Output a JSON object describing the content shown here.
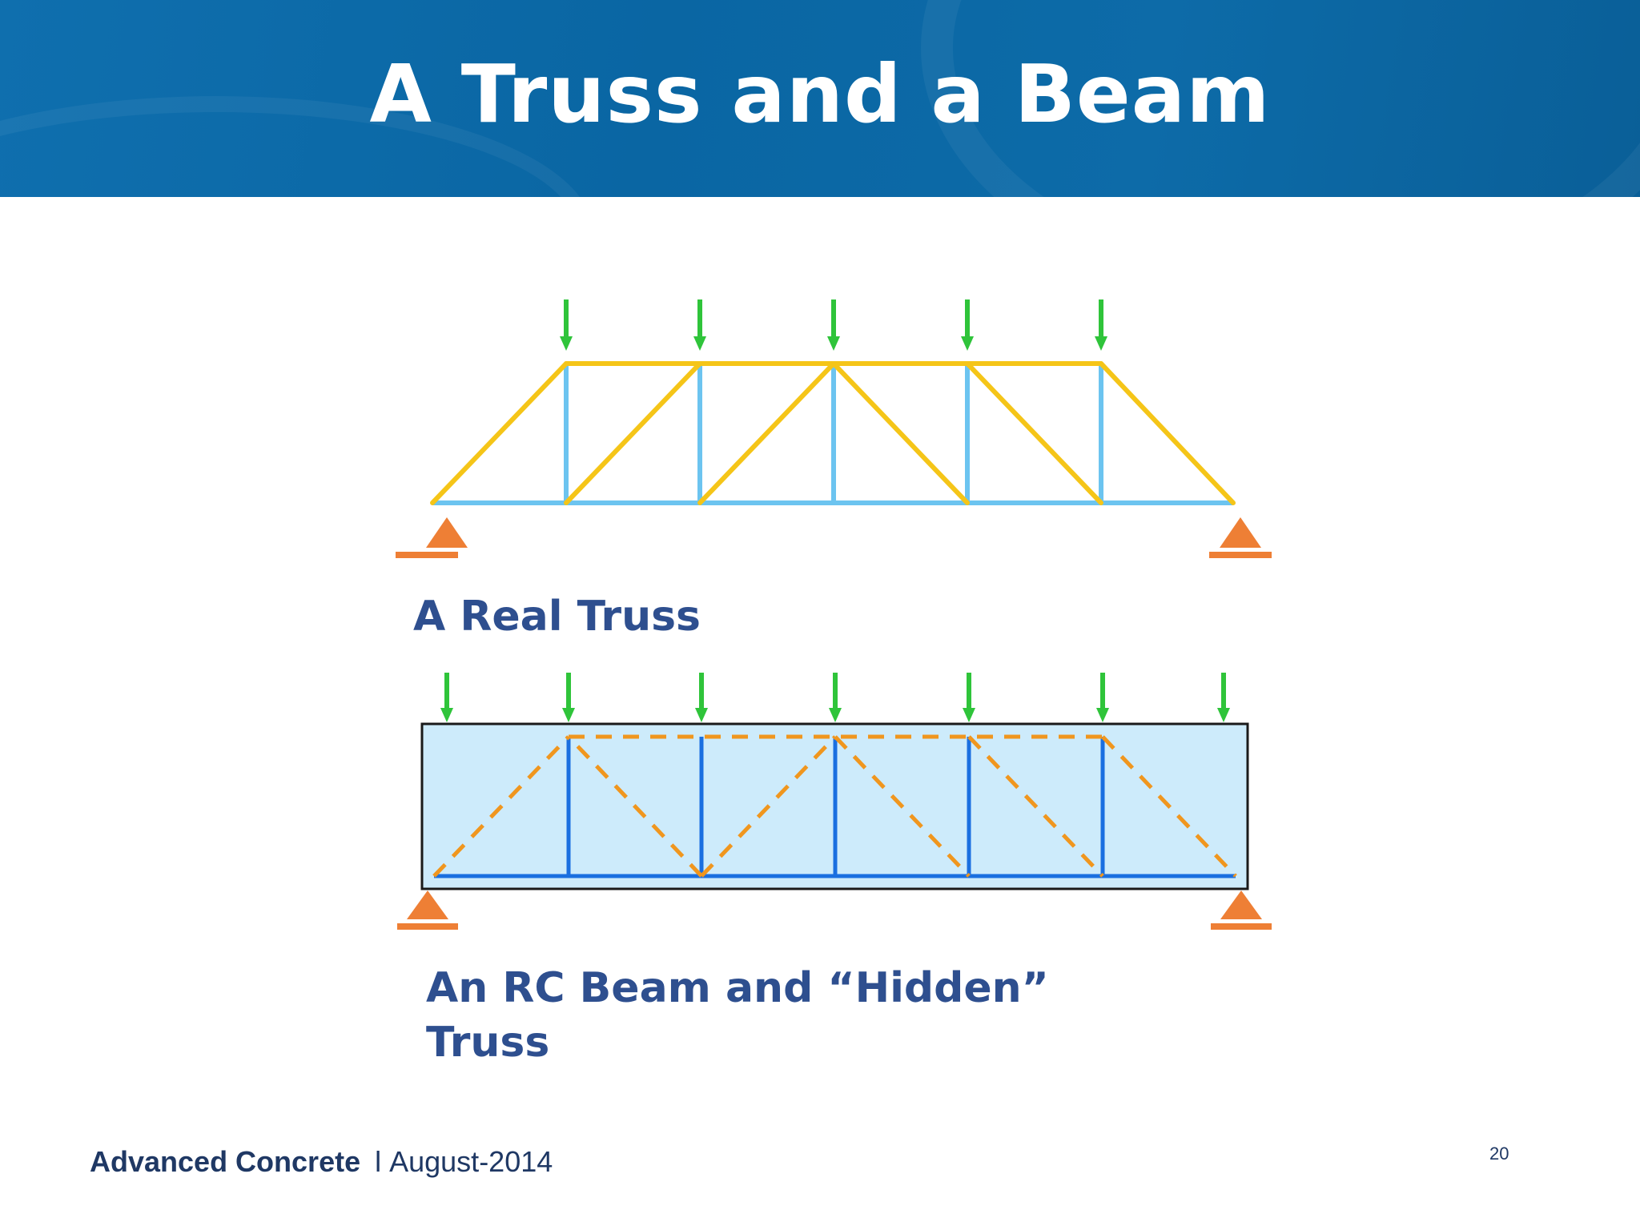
{
  "title": "A Truss and a Beam",
  "captions": {
    "real_truss": "A Real Truss",
    "rc_beam_line1": "An RC Beam and “Hidden”",
    "rc_beam_line2": "Truss"
  },
  "footer": {
    "course": "Advanced Concrete",
    "separator": "l",
    "date": "August-2014"
  },
  "page_number": "20",
  "colors": {
    "header_blue": "#0a66a3",
    "compression_member": "#f5c518",
    "tension_member_truss": "#6cc4f0",
    "tension_member_beam": "#1a6fe0",
    "compression_strut_beam": "#f0961e",
    "load_arrow": "#2fc43a",
    "support": "#ee7f35",
    "beam_fill": "#cdebfb",
    "caption_text": "#2e4f8f"
  },
  "icons": {
    "load": "down-arrow-icon",
    "support": "pin-support-triangle-icon"
  }
}
